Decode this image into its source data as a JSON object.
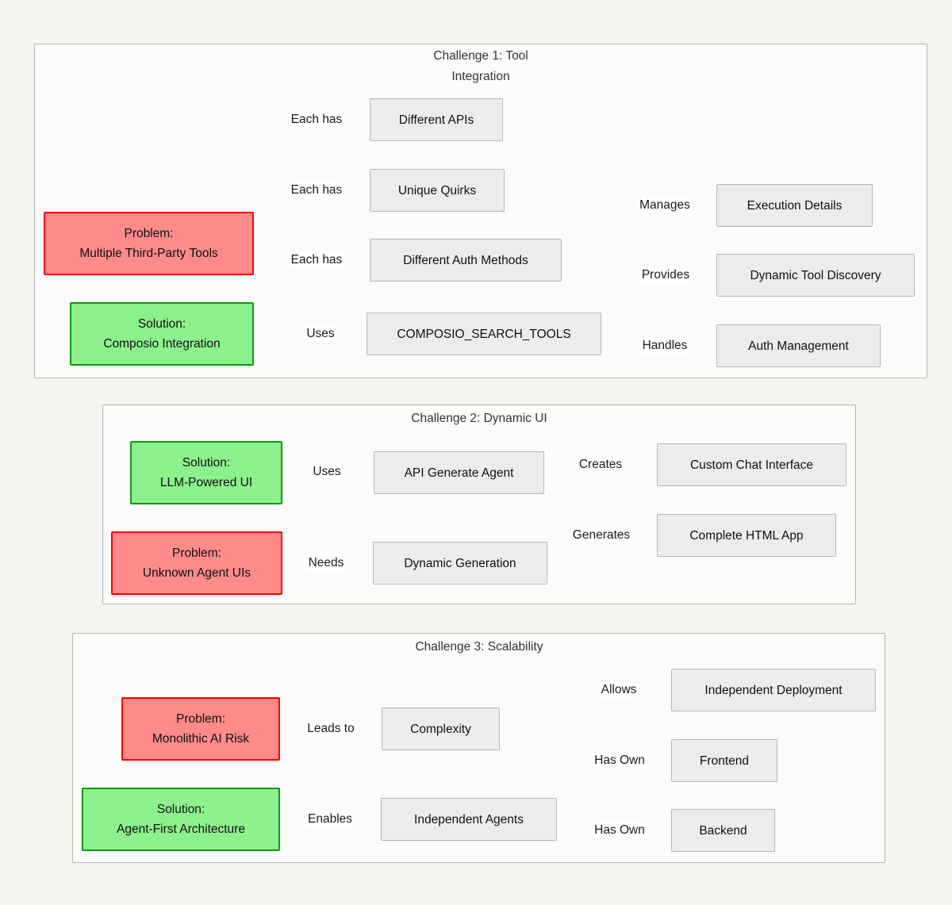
{
  "page": {
    "background_color": "#f5f4ef",
    "diagram_type": "flowchart"
  },
  "palette": {
    "problem_fill": "#ff8a8a",
    "problem_stroke": "#ff0000",
    "solution_fill": "#8cf08c",
    "solution_stroke": "#0c9b0c",
    "node_fill": "#ececec",
    "node_stroke": "#b7b7b7",
    "subgraph_fill": "#fbfbfb",
    "subgraph_stroke": "#b4b4b4",
    "edge_stroke": "#666666",
    "label_text": "#1a1a1a"
  },
  "subgraphs": [
    {
      "id": "challenge-1",
      "title": "Challenge 1: Tool\nIntegration"
    },
    {
      "id": "challenge-2",
      "title": "Challenge 2: Dynamic UI"
    },
    {
      "id": "challenge-3",
      "title": "Challenge 3: Scalability"
    }
  ],
  "nodes": {
    "c1_problem": {
      "line1": "Problem:",
      "line2": "Multiple Third-Party Tools"
    },
    "c1_different_apis": {
      "line1": "Different APIs"
    },
    "c1_unique_quirks": {
      "line1": "Unique Quirks"
    },
    "c1_different_auth": {
      "line1": "Different Auth Methods"
    },
    "c1_solution": {
      "line1": "Solution:",
      "line2": "Composio Integration"
    },
    "c1_composio_tools": {
      "line1": "COMPOSIO_SEARCH_TOOLS"
    },
    "c1_execution_details": {
      "line1": "Execution Details"
    },
    "c1_dynamic_tool_discovery": {
      "line1": "Dynamic Tool Discovery"
    },
    "c1_auth_management": {
      "line1": "Auth Management"
    },
    "c2_solution": {
      "line1": "Solution:",
      "line2": "LLM-Powered UI"
    },
    "c2_api_generate_agent": {
      "line1": "API Generate Agent"
    },
    "c2_problem": {
      "line1": "Problem:",
      "line2": "Unknown Agent UIs"
    },
    "c2_dynamic_generation": {
      "line1": "Dynamic Generation"
    },
    "c2_custom_chat_interface": {
      "line1": "Custom Chat Interface"
    },
    "c2_complete_html_app": {
      "line1": "Complete HTML App"
    },
    "c3_problem": {
      "line1": "Problem:",
      "line2": "Monolithic AI Risk"
    },
    "c3_complexity": {
      "line1": "Complexity"
    },
    "c3_solution": {
      "line1": "Solution:",
      "line2": "Agent-First Architecture"
    },
    "c3_independent_agents": {
      "line1": "Independent Agents"
    },
    "c3_independent_deployment": {
      "line1": "Independent Deployment"
    },
    "c3_frontend": {
      "line1": "Frontend"
    },
    "c3_backend": {
      "line1": "Backend"
    }
  },
  "edge_labels": {
    "e1": "Each has",
    "e2": "Each has",
    "e3": "Each has",
    "e4": "Uses",
    "e5": "Manages",
    "e6": "Provides",
    "e7": "Handles",
    "e8": "Uses",
    "e9": "Creates",
    "e10": "Generates",
    "e11": "Needs",
    "e12": "Leads to",
    "e13": "Enables",
    "e14": "Allows",
    "e15": "Has Own",
    "e16": "Has Own"
  }
}
